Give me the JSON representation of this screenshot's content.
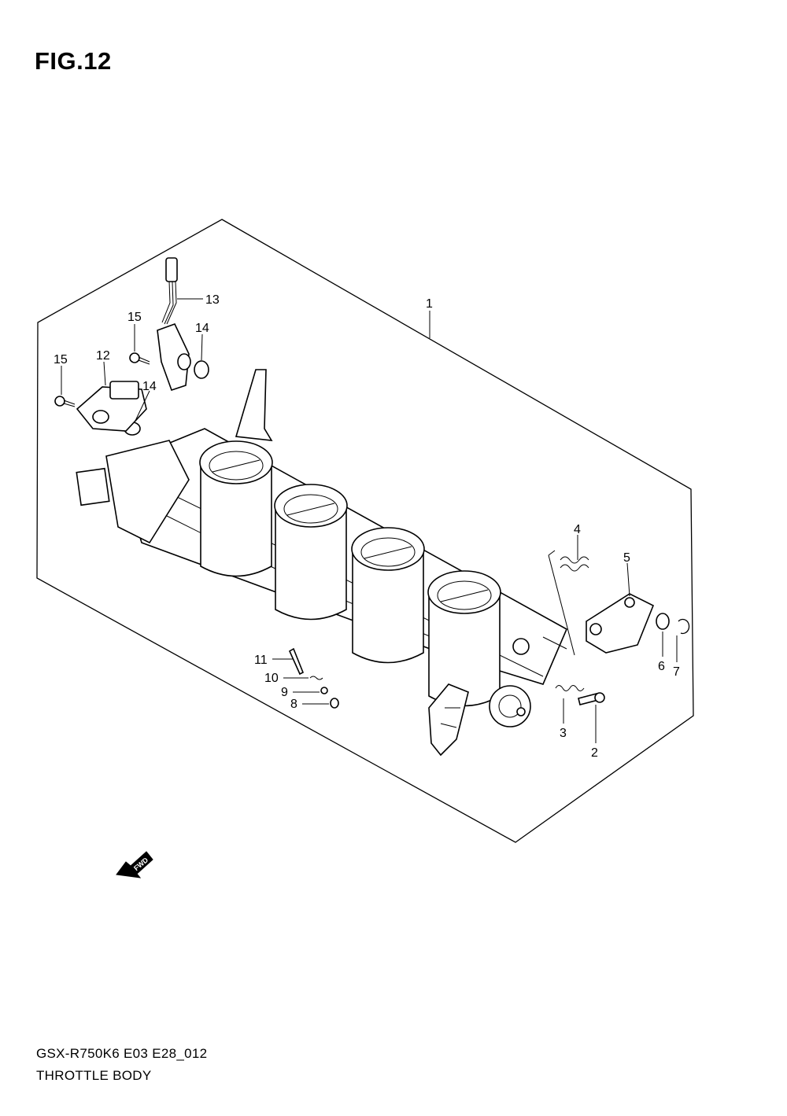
{
  "figure": {
    "title": "FIG.12",
    "model_code": "GSX-R750K6 E03 E28_012",
    "name": "THROTTLE BODY",
    "fwd_label": "FWD"
  },
  "callouts": [
    "1",
    "2",
    "3",
    "4",
    "5",
    "6",
    "7",
    "8",
    "9",
    "10",
    "11",
    "12",
    "13",
    "14",
    "14",
    "15",
    "15"
  ]
}
